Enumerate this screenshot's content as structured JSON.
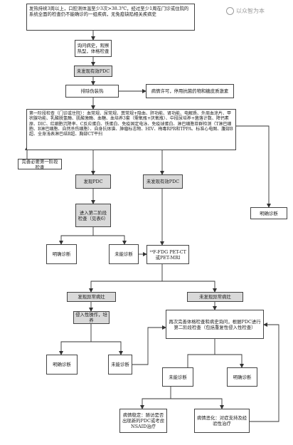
{
  "watermark": "以众智为本",
  "nodes": {
    "n_start": "发热持续3周以上，口腔测体温至少3次>38.3℃，经过至少1周在门诊或住院的系统全面的检查仍不能确诊的一组疾病，无免疫缺陷相关疾病史",
    "n_history": "询问病史，观察热型，体格检查",
    "n_nopdc1": "未发现有效PDC",
    "n_exclude": "排除伪装热",
    "n_stopdrug": "病情许可，停用抗菌药物和糖皮质激素",
    "n_stage1": "第一阶段检查（门诊或住院）：血常规、尿常规、粪常规+隐血、肝功能、肾功能、电解质、外周血涂片、甲状腺功能、乳酸脱氢酶、肌酸激酶、血糖、血培养3套（需氧瓶+厌氧瓶）、中段尿培养+菌落计数、降钙素原、DIC、红细胞沉降率、C反应蛋白、铁蛋白、免疫固定电泳、免疫球蛋白、淋巴细胞亚群检测（T淋巴细胞、B淋巴细胞、自然杀伤细胞）、自身抗体谱、肿瘤标志物、HIV、梅毒RPR和TPPA、标准心电图、腹部B超、全身浅表淋巴结B超、胸部CT平扫",
    "n_complete1": "完善必要第一阶段检查",
    "n_foundpdc": "发现PDC",
    "n_nopdc2": "未发现有效PDC",
    "n_diag_right": "明确诊断",
    "n_stage2": "进入第二阶段检查（见表6）",
    "n_diag_a": "明确诊断",
    "n_notdiag_a": "未能诊断",
    "n_petct": "¹⁸F-FDG PET-CT或PET-MRI",
    "n_found_lesion": "发现异常病灶",
    "n_no_lesion": "未发现异常病灶",
    "n_invasive": "侵入性操作，培养",
    "n_recheck": "再次完善体格检查和病史询问，根据PDC进行第二阶段检查（包括重复性侵入性检查）",
    "n_diag_b": "明确诊断",
    "n_notdiag_b": "未能诊断",
    "n_notdiag_c": "未能诊断",
    "n_diag_c": "明确诊断",
    "n_stable": "病情稳定：随访是否出现新的PDC或考虑NSAID治疗",
    "n_worse": "病情恶化：对症支持及经验性治疗"
  }
}
